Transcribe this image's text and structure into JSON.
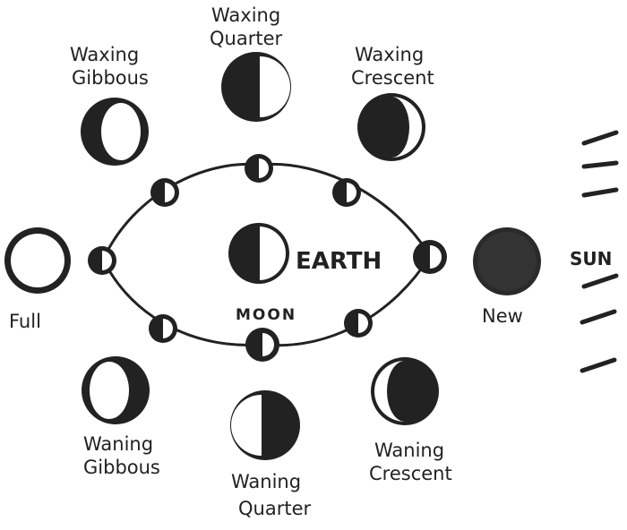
{
  "colors": {
    "ink": "#222222",
    "paper": "#ffffff"
  },
  "center": {
    "earth": "EARTH",
    "moon": "MOON"
  },
  "sun": {
    "label": "SUN",
    "rays": 6
  },
  "phases": {
    "waxing_quarter": {
      "line1": "Waxing",
      "line2": "Quarter"
    },
    "waxing_gibbous": {
      "line1": "Waxing",
      "line2": "Gibbous"
    },
    "waxing_crescent": {
      "line1": "Waxing",
      "line2": "Crescent"
    },
    "full": {
      "line1": "Full"
    },
    "new": {
      "line1": "New"
    },
    "waning_gibbous": {
      "line1": "Waning",
      "line2": "Gibbous"
    },
    "waning_quarter": {
      "line1": "Waning",
      "line2": "Quarter"
    },
    "waning_crescent": {
      "line1": "Waning",
      "line2": "Crescent"
    }
  },
  "orbit": {
    "moon_count": 8
  }
}
